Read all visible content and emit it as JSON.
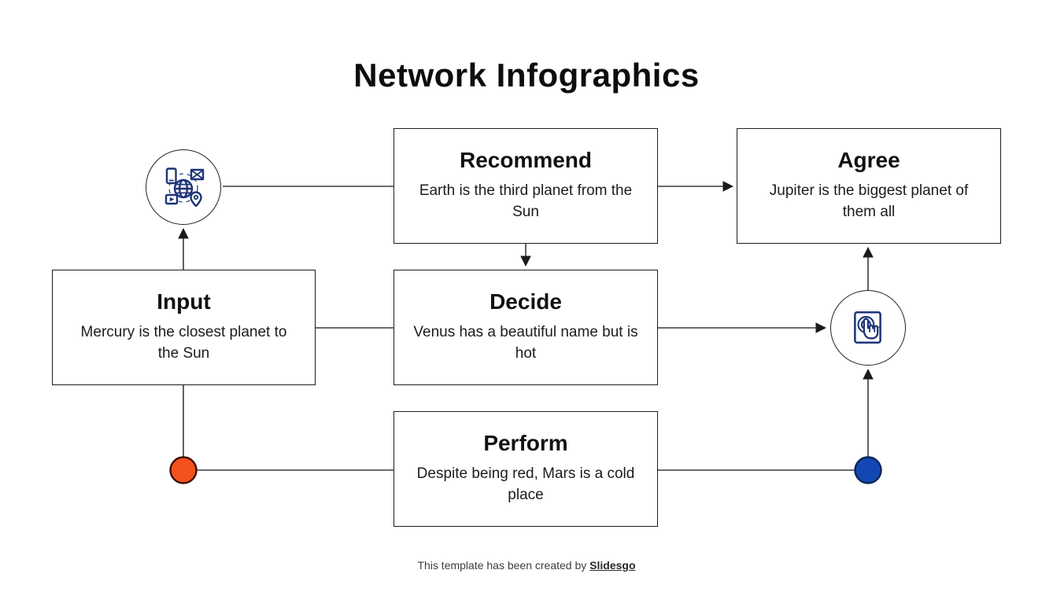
{
  "title": "Network Infographics",
  "nodes": {
    "recommend": {
      "title": "Recommend",
      "body": "Earth is the third planet from the Sun"
    },
    "agree": {
      "title": "Agree",
      "body": "Jupiter is the biggest planet of them all"
    },
    "input": {
      "title": "Input",
      "body": "Mercury is the closest planet to the Sun"
    },
    "decide": {
      "title": "Decide",
      "body": "Venus has a beautiful name but is hot"
    },
    "perform": {
      "title": "Perform",
      "body": "Despite being red, Mars is a cold place"
    }
  },
  "icons": {
    "network": "network-devices-icon",
    "touch": "touch-tap-icon"
  },
  "colors": {
    "icon_navy": "#1e3478",
    "dot_orange": "#f4511e",
    "dot_orange_stroke": "#3a0f00",
    "dot_blue": "#1348b4",
    "dot_blue_stroke": "#0b2557",
    "connector": "#3b3b3b",
    "box_border": "#1e1e1e"
  },
  "footer": {
    "text": "This template has been created by",
    "brand": "Slidesgo"
  }
}
